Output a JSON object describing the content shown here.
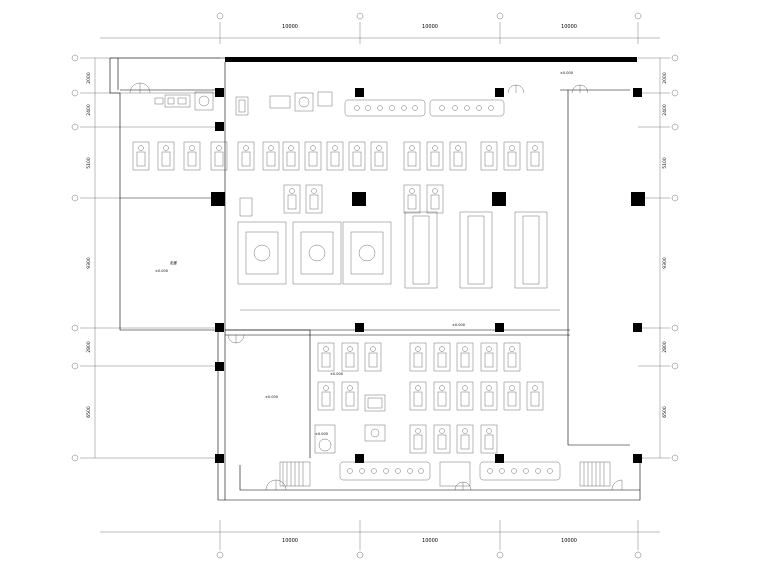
{
  "grid": {
    "top_spans": [
      "10000",
      "10000",
      "10000"
    ],
    "bottom_spans": [
      "10000",
      "10000",
      "10000"
    ],
    "left_dims": [
      "2000",
      "2400",
      "5100",
      "9300",
      "2800",
      "6500"
    ],
    "right_dims": [
      "2000",
      "2400",
      "5100",
      "9300",
      "2800",
      "6500"
    ]
  },
  "level_marks": [
    "±0.000",
    "±0.000",
    "±0.000",
    "±0.000",
    "±0.000",
    "±0.000"
  ],
  "room_label": "走廊"
}
